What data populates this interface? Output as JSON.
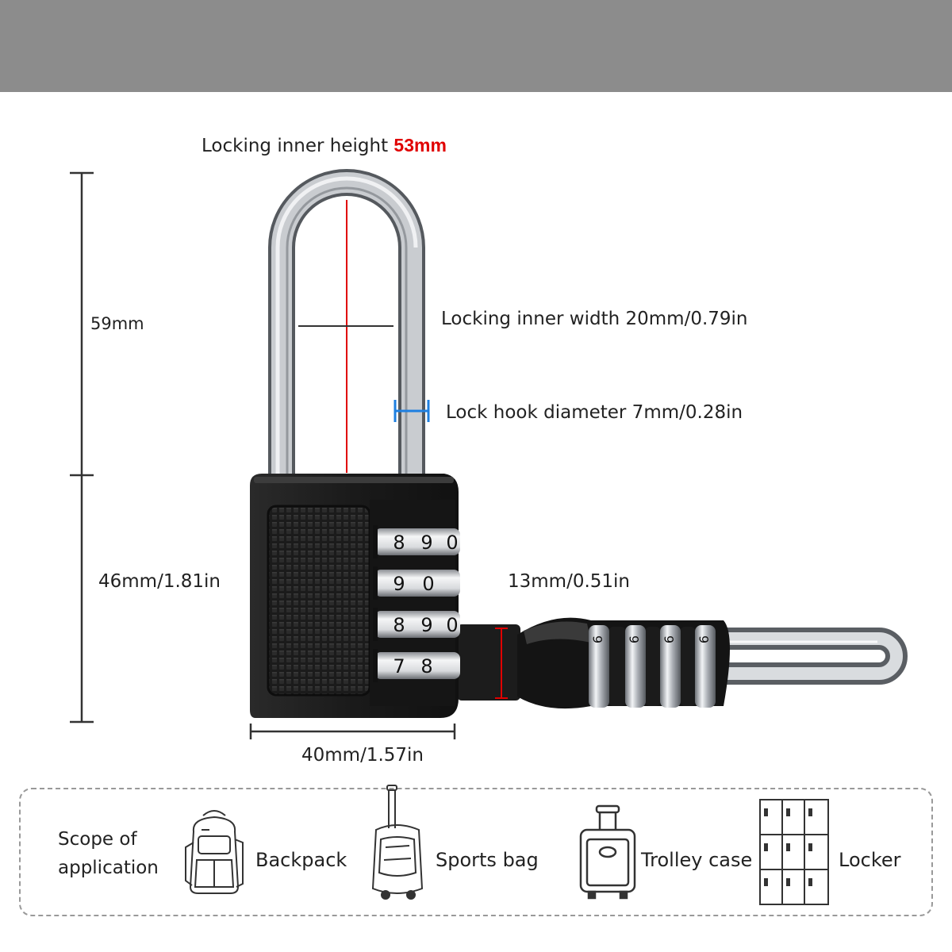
{
  "dimensions": {
    "inner_height_label": "Locking inner height",
    "inner_height_value": "53mm",
    "total_height": "59mm",
    "inner_width": "Locking inner width 20mm/0.79in",
    "hook_diameter": "Lock hook diameter 7mm/0.28in",
    "body_height": "46mm/1.81in",
    "body_thickness": "13mm/0.51in",
    "body_width": "40mm/1.57in"
  },
  "dials": {
    "front_rows": [
      [
        "8",
        "9",
        "0"
      ],
      [
        "9",
        "0"
      ],
      [
        "8",
        "9",
        "0"
      ],
      [
        "7",
        "8"
      ]
    ],
    "side_digits": [
      "6",
      "6",
      "6",
      "6"
    ]
  },
  "scope": {
    "title_line1": "Scope of",
    "title_line2": "application",
    "items": [
      {
        "label": "Backpack",
        "icon": "backpack-icon"
      },
      {
        "label": "Sports bag",
        "icon": "rolling-sports-bag-icon"
      },
      {
        "label": "Trolley case",
        "icon": "trolley-case-icon"
      },
      {
        "label": "Locker",
        "icon": "locker-icon"
      }
    ]
  },
  "colors": {
    "top_bar": "#8c8c8c",
    "accent_red": "#e00000",
    "accent_blue": "#1e7fe0",
    "lock_body": "#1c1c1c",
    "shackle": "#c9ccd0"
  }
}
